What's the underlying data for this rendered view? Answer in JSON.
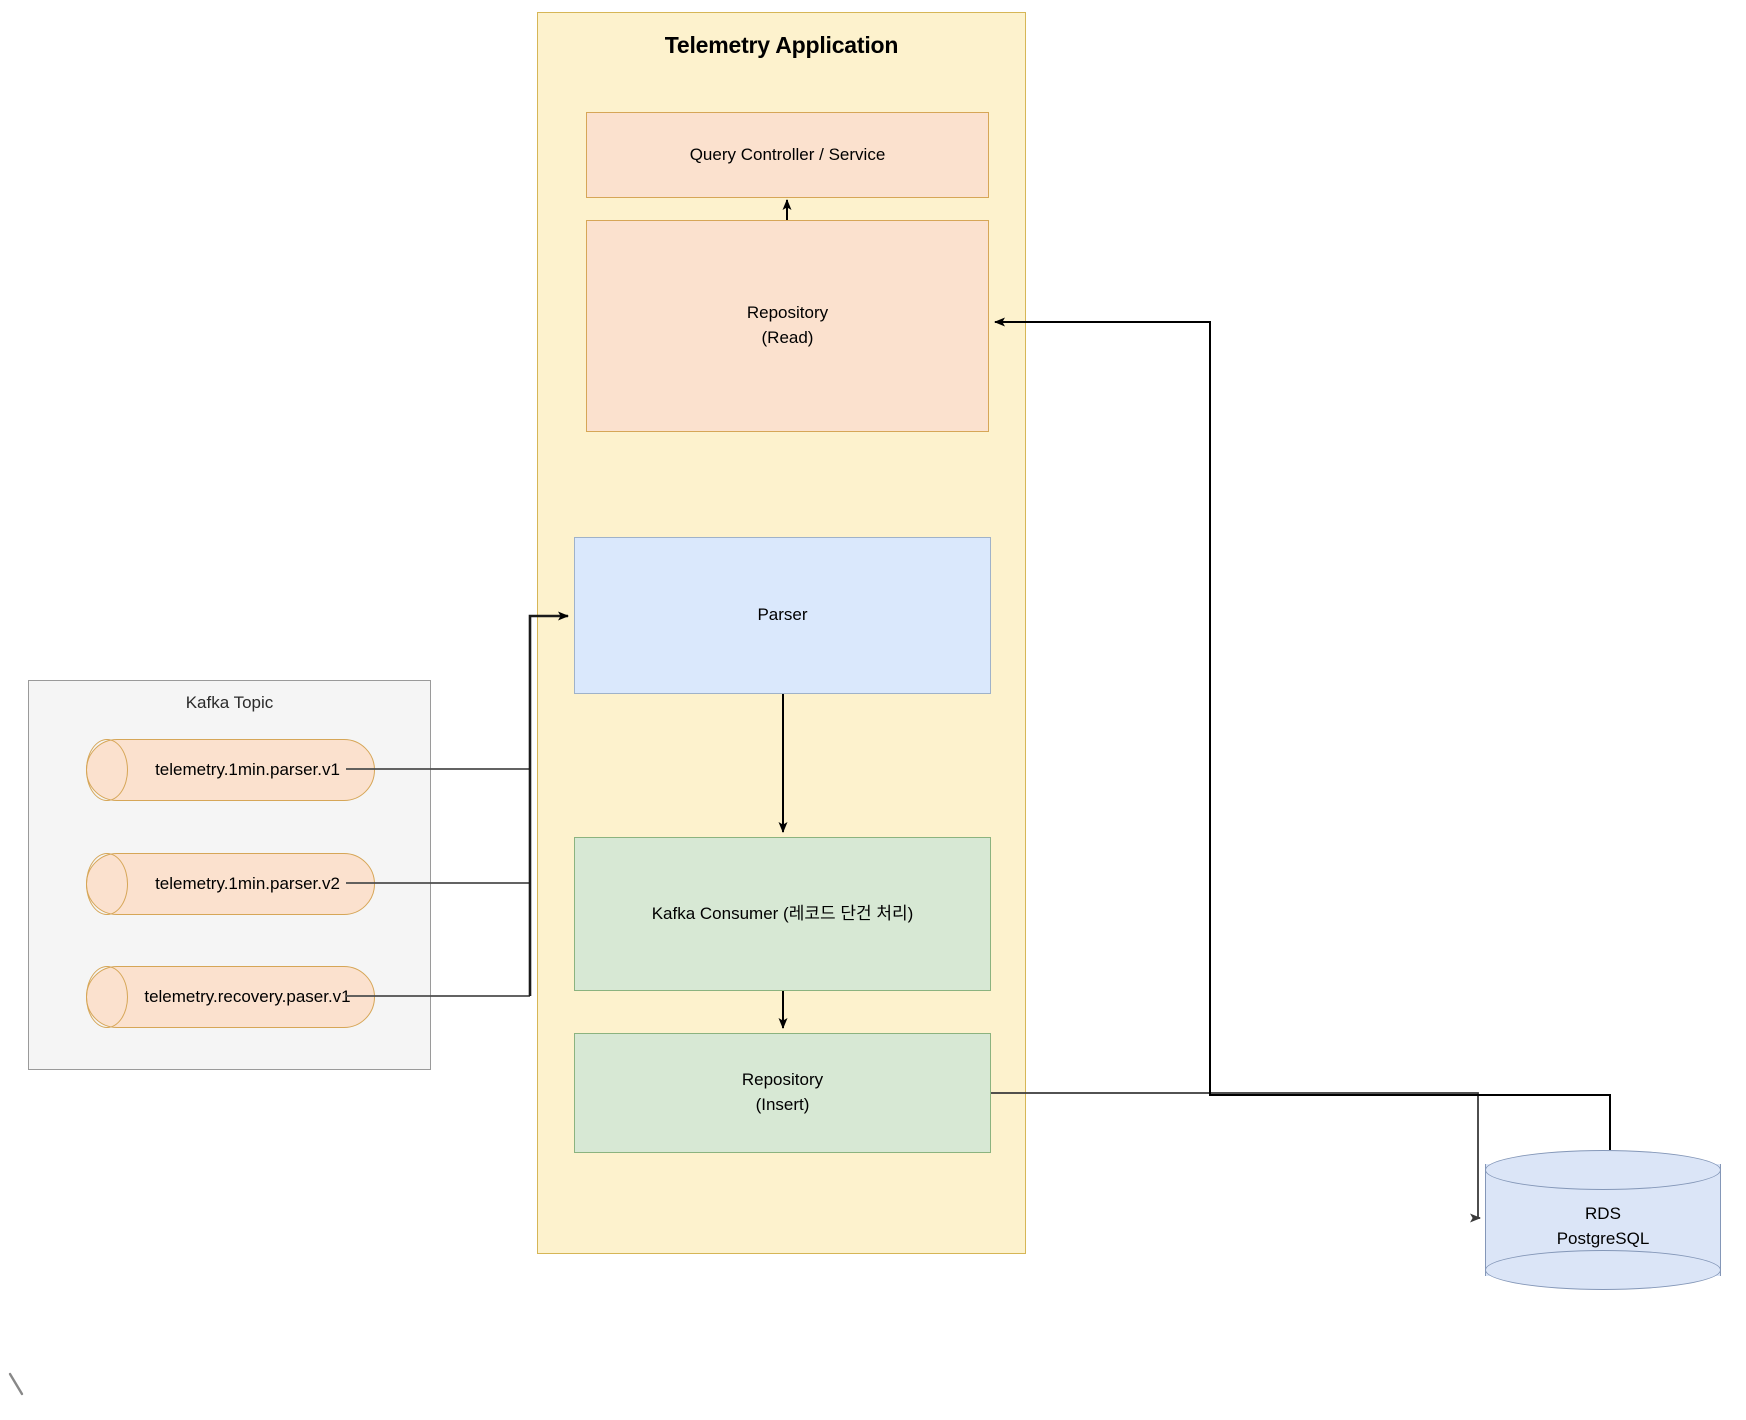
{
  "diagram": {
    "title": "Telemetry Application",
    "type": "architecture-flow-diagram"
  },
  "app_container": {
    "title": "Telemetry Application",
    "fill_color": "#fdf2cd",
    "stroke_color": "#d6b656"
  },
  "app_boxes": [
    {
      "id": "query-controller",
      "label": "Query Controller / Service",
      "fill_color": "#fbe1ce",
      "stroke_color": "#d6a657"
    },
    {
      "id": "repository-read",
      "label": "Repository\n(Read)",
      "fill_color": "#fbe1ce",
      "stroke_color": "#d6a657"
    },
    {
      "id": "parser",
      "label": "Parser",
      "fill_color": "#dae8fc",
      "stroke_color": "#9fb2c9"
    },
    {
      "id": "kafka-consumer",
      "label": "Kafka Consumer (레코드 단건 처리)",
      "fill_color": "#d7e8d4",
      "stroke_color": "#8bb37f"
    },
    {
      "id": "repository-insert",
      "label": "Repository\n(Insert)",
      "fill_color": "#d7e8d4",
      "stroke_color": "#8bb37f"
    }
  ],
  "kafka_group": {
    "title": "Kafka Topic",
    "fill_color": "#f5f5f5",
    "stroke_color": "#9a9a9a",
    "topics": [
      {
        "label": "telemetry.1min.parser.v1"
      },
      {
        "label": "telemetry.1min.parser.v2"
      },
      {
        "label": "telemetry.recovery.paser.v1"
      }
    ]
  },
  "database": {
    "label": "RDS\nPostgreSQL",
    "fill_color": "#dbe5f7",
    "stroke_color": "#8497b8"
  },
  "connections": [
    {
      "from": "repository-read",
      "to": "query-controller",
      "direction": "up"
    },
    {
      "from": "kafka-topics",
      "to": "parser",
      "direction": "right"
    },
    {
      "from": "parser",
      "to": "kafka-consumer",
      "direction": "down"
    },
    {
      "from": "kafka-consumer",
      "to": "repository-insert",
      "direction": "down"
    },
    {
      "from": "repository-insert",
      "to": "database",
      "direction": "right"
    },
    {
      "from": "database",
      "to": "repository-read",
      "direction": "left"
    }
  ]
}
